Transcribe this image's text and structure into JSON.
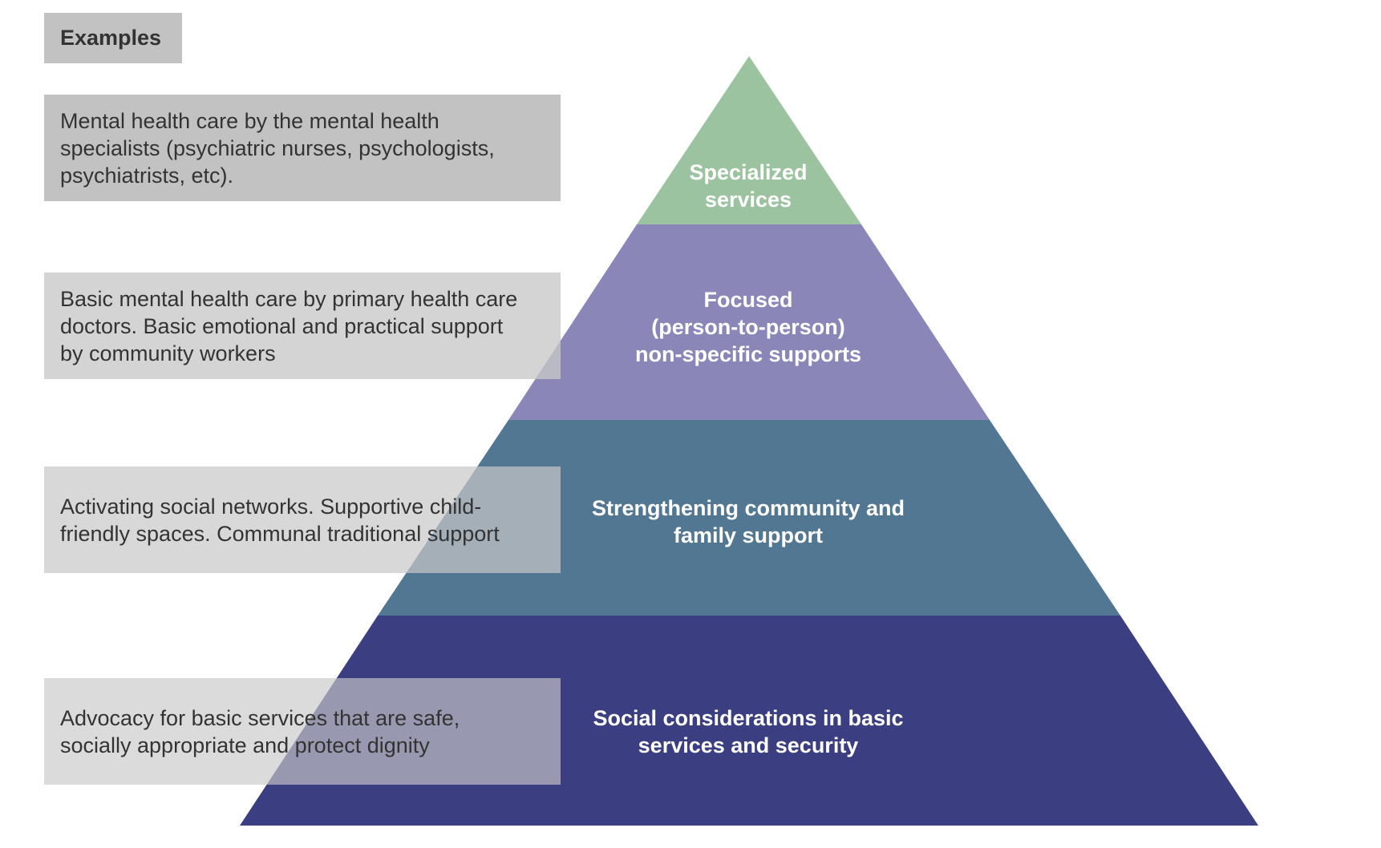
{
  "examples_header": "Examples",
  "layers": [
    {
      "label": "Specialized\nservices",
      "color": "#9cc3a0"
    },
    {
      "label": "Focused\n(person-to-person)\nnon-specific supports",
      "color": "#8a87b8"
    },
    {
      "label": "Strengthening community and\nfamily support",
      "color": "#527793"
    },
    {
      "label": "Social considerations in basic\nservices and security",
      "color": "#3b3f82"
    }
  ],
  "examples": [
    "Mental health care by the mental health\nspecialists (psychiatric nurses, psychologists,\npsychiatrists, etc).",
    "Basic mental health care by primary health care\ndoctors. Basic emotional and practical support\nby community workers",
    "Activating social networks. Supportive child-\nfriendly spaces. Communal traditional support",
    "Advocacy for basic services that are safe,\nsocially appropriate and protect dignity"
  ]
}
